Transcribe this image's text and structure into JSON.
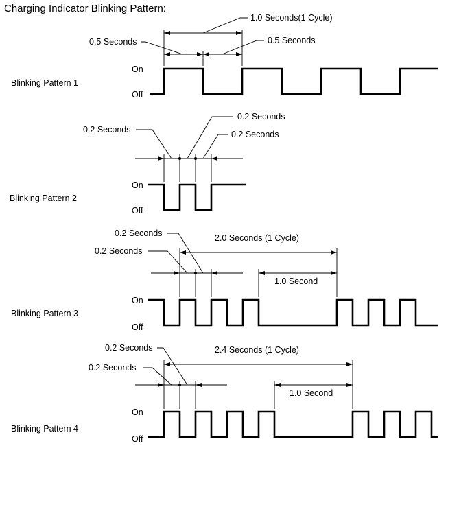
{
  "title": "Charging Indicator Blinking Pattern:",
  "on_label": "On",
  "off_label": "Off",
  "patterns": [
    {
      "name": "Blinking Pattern 1",
      "cycle_label": "1.0 Seconds(1 Cycle)",
      "on_label": "0.5 Seconds",
      "off_label": "0.5 Seconds"
    },
    {
      "name": "Blinking Pattern 2",
      "label_a": "0.2 Seconds",
      "label_b": "0.2 Seconds",
      "label_c": "0.2 Seconds"
    },
    {
      "name": "Blinking Pattern 3",
      "label_a": "0.2 Seconds",
      "label_b": "0.2 Seconds",
      "cycle_label": "2.0 Seconds (1 Cycle)",
      "gap_label": "1.0 Second"
    },
    {
      "name": "Blinking Pattern 4",
      "label_a": "0.2 Seconds",
      "label_b": "0.2 Seconds",
      "cycle_label": "2.4 Seconds (1 Cycle)",
      "gap_label": "1.0 Second"
    }
  ]
}
